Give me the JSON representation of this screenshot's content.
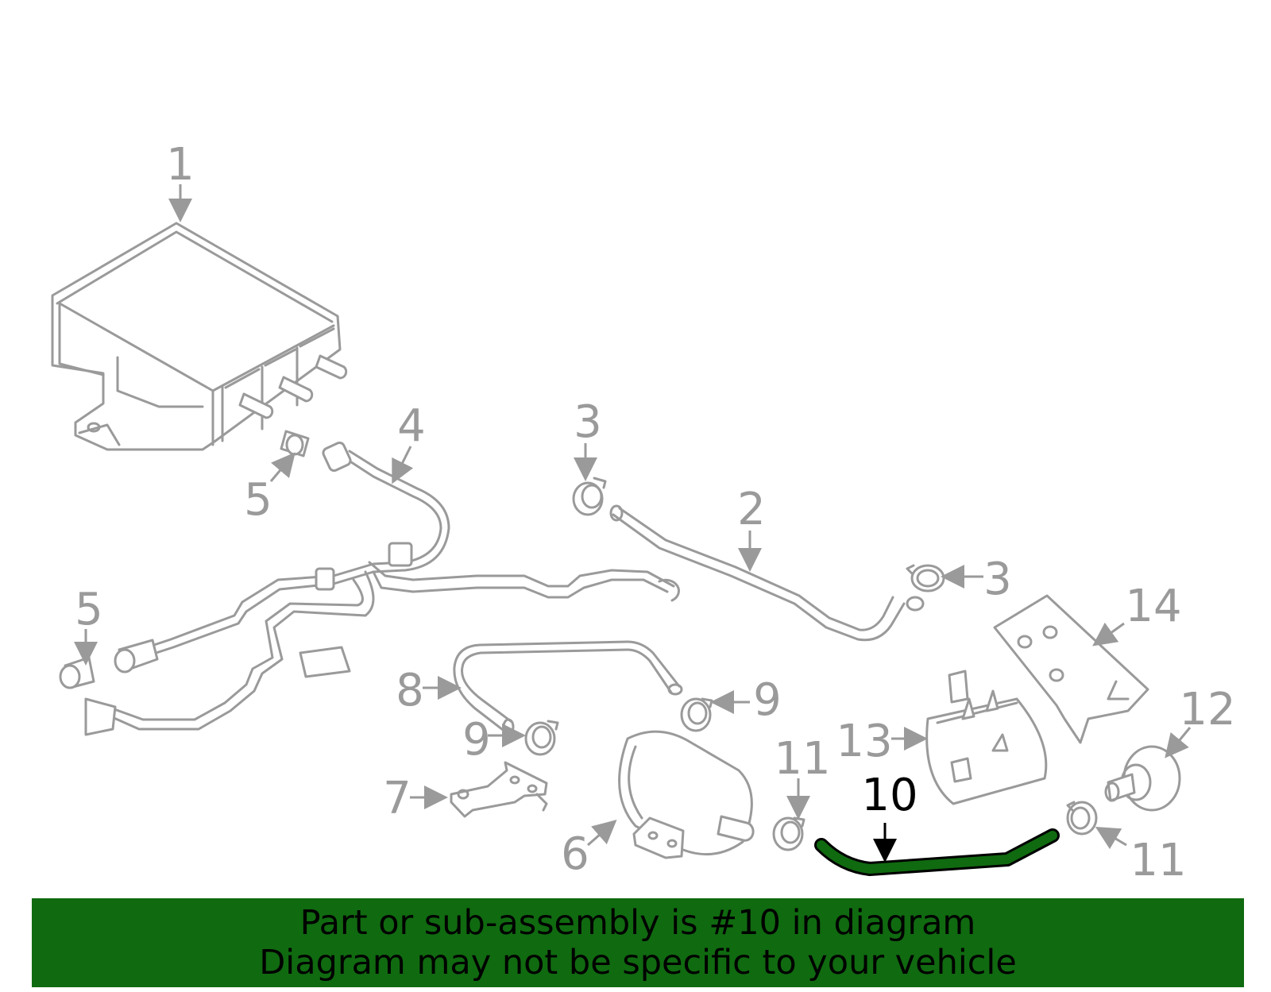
{
  "callouts": {
    "c1": "1",
    "c2": "2",
    "c3a": "3",
    "c3b": "3",
    "c4": "4",
    "c5a": "5",
    "c5b": "5",
    "c6": "6",
    "c7": "7",
    "c8": "8",
    "c9a": "9",
    "c9b": "9",
    "c10": "10",
    "c11a": "11",
    "c11b": "11",
    "c12": "12",
    "c13": "13",
    "c14": "14"
  },
  "highlighted_part": "10",
  "colors": {
    "part_stroke": "#9a9a9a",
    "highlight_fill": "#106a10",
    "highlight_stroke": "#000000",
    "banner_background": "#106a10",
    "banner_text": "#000000"
  },
  "banner": {
    "line1": "Part or sub-assembly is #10 in diagram",
    "line2": "Diagram may not be specific to your vehicle"
  }
}
